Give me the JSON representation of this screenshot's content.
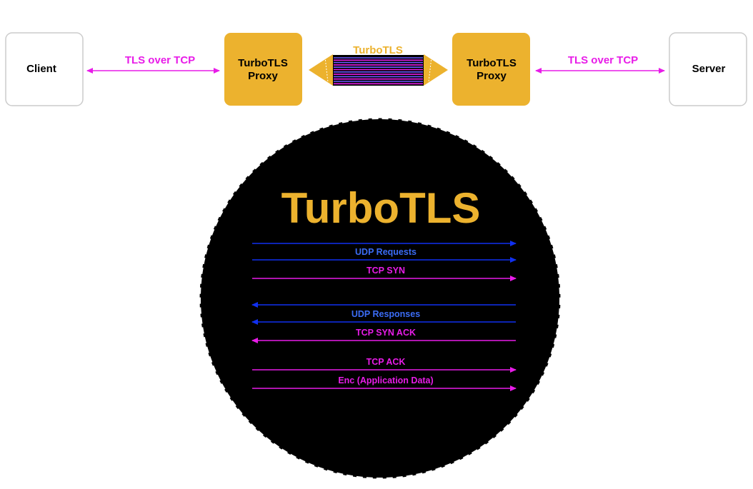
{
  "colors": {
    "proxy_fill": "#ECB22E",
    "tls_arrow": "#E81CE8",
    "udp_arrow": "#1030F0",
    "udp_label": "#3B6CF5",
    "node_border": "#CCCCCC",
    "circle_fill": "#000000",
    "tunnel_label": "#ECB22E"
  },
  "top_row": {
    "client": "Client",
    "server": "Server",
    "left_proxy_line1": "TurboTLS",
    "left_proxy_line2": "Proxy",
    "right_proxy_line1": "TurboTLS",
    "right_proxy_line2": "Proxy",
    "left_link": "TLS over TCP",
    "right_link": "TLS over TCP",
    "tunnel_label": "TurboTLS"
  },
  "circle": {
    "title": "TurboTLS",
    "messages": [
      {
        "label": "",
        "direction": "right",
        "kind": "udp"
      },
      {
        "label": "UDP Requests",
        "direction": "right",
        "kind": "udp"
      },
      {
        "label": "TCP SYN",
        "direction": "right",
        "kind": "tcp"
      },
      {
        "label": "",
        "direction": "left",
        "kind": "udp"
      },
      {
        "label": "UDP Responses",
        "direction": "left",
        "kind": "udp"
      },
      {
        "label": "TCP SYN ACK",
        "direction": "left",
        "kind": "tcp"
      },
      {
        "label": "TCP ACK",
        "direction": "right",
        "kind": "tcp"
      },
      {
        "label": "Enc (Application Data)",
        "direction": "right",
        "kind": "tcp"
      }
    ]
  }
}
